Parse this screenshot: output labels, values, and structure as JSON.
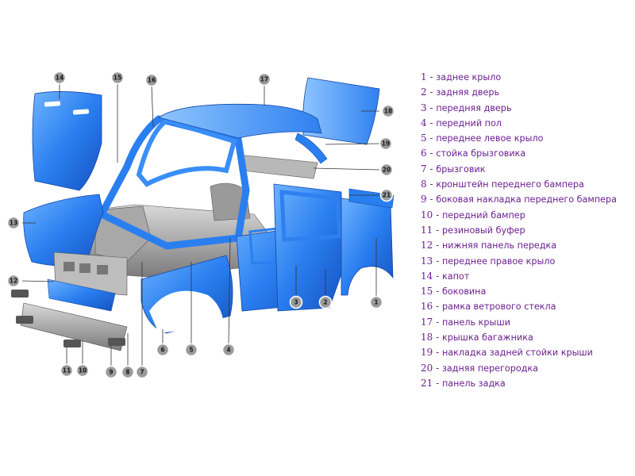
{
  "legend": {
    "items": [
      {
        "num": "1",
        "label": "заднее крыло"
      },
      {
        "num": "2",
        "label": "задняя дверь"
      },
      {
        "num": "3",
        "label": "передняя дверь"
      },
      {
        "num": "4",
        "label": "передний пол"
      },
      {
        "num": "5",
        "label": "переднее левое крыло"
      },
      {
        "num": "6",
        "label": "стойка брызговика"
      },
      {
        "num": "7",
        "label": "брызговик"
      },
      {
        "num": "8",
        "label": "кронштейн переднего бампера"
      },
      {
        "num": "9",
        "label": "боковая накладка переднего бампера"
      },
      {
        "num": "10",
        "label": "передний бампер"
      },
      {
        "num": "11",
        "label": "резиновый буфер"
      },
      {
        "num": "12",
        "label": "нижняя панель передка"
      },
      {
        "num": "13",
        "label": "переднее правое крыло"
      },
      {
        "num": "14",
        "label": "капот"
      },
      {
        "num": "15",
        "label": "боковина"
      },
      {
        "num": "16",
        "label": "рамка ветрового стекла"
      },
      {
        "num": "17",
        "label": "панель крыши"
      },
      {
        "num": "18",
        "label": "крышка багажника"
      },
      {
        "num": "19",
        "label": "накладка задней стойки крыши"
      },
      {
        "num": "20",
        "label": "задняя перегородка"
      },
      {
        "num": "21",
        "label": "панель задка"
      }
    ]
  },
  "callouts": [
    "1",
    "2",
    "3",
    "4",
    "5",
    "6",
    "7",
    "8",
    "9",
    "10",
    "11",
    "12",
    "13",
    "14",
    "15",
    "16",
    "17",
    "18",
    "19",
    "20",
    "21"
  ],
  "colors": {
    "body_blue": "#1f6fe0",
    "legend_text": "#6b1f8f",
    "callout_fill": "#9b9b9b"
  }
}
